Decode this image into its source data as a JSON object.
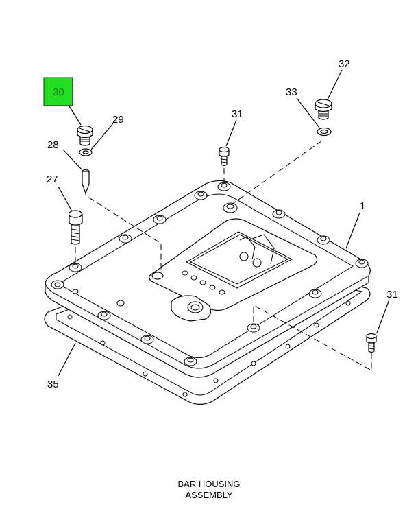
{
  "callouts": {
    "c1": "1",
    "c27": "27",
    "c28": "28",
    "c29": "29",
    "c30": "30",
    "c31a": "31",
    "c31b": "31",
    "c32": "32",
    "c33": "33",
    "c35": "35"
  },
  "highlight": {
    "color": "#22dd22"
  },
  "caption": {
    "line1": "BAR HOUSING",
    "line2": "ASSEMBLY"
  }
}
